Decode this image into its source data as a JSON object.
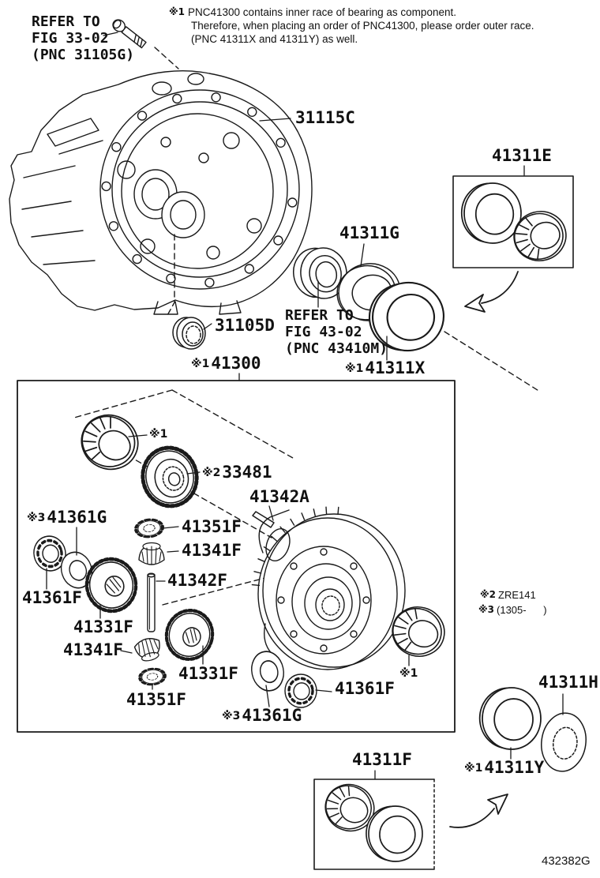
{
  "top_note": {
    "star": "※1",
    "lines": [
      "PNC41300 contains inner race of bearing as component.",
      "Therefore, when placing an order of PNC41300, please order outer race.",
      "(PNC 41311X and 41311Y) as well."
    ]
  },
  "ref_blocks": {
    "fig33": "REFER TO\nFIG 33-02\n(PNC 31105G)",
    "fig43": "REFER TO\nFIG 43-02\n(PNC 43410M)"
  },
  "variant_notes": {
    "n1_star": "※2",
    "n1_text": "ZRE141",
    "n2_star": "※3",
    "n2_text": "(1305-      )"
  },
  "diagram_code": "432382G",
  "parts": {
    "l31115C": {
      "m": "",
      "n": "31115C"
    },
    "l41311E": {
      "m": "",
      "n": "41311E"
    },
    "l41311G": {
      "m": "",
      "n": "41311G"
    },
    "l31105D": {
      "m": "",
      "n": "31105D"
    },
    "l41300": {
      "m": "※1",
      "n": "41300"
    },
    "l41311X": {
      "m": "※1",
      "n": "41311X"
    },
    "lstar1a": {
      "m": "※1",
      "n": ""
    },
    "l33481": {
      "m": "※2",
      "n": "33481"
    },
    "l41342A": {
      "m": "",
      "n": "41342A"
    },
    "l41361Ga": {
      "m": "※3",
      "n": "41361G"
    },
    "l41351Fa": {
      "m": "",
      "n": "41351F"
    },
    "l41341Fa": {
      "m": "",
      "n": "41341F"
    },
    "l41361Fa": {
      "m": "",
      "n": "41361F"
    },
    "l41342F": {
      "m": "",
      "n": "41342F"
    },
    "l41331Fa": {
      "m": "",
      "n": "41331F"
    },
    "l41341Fb": {
      "m": "",
      "n": "41341F"
    },
    "l41331Fb": {
      "m": "",
      "n": "41331F"
    },
    "l41351Fb": {
      "m": "",
      "n": "41351F"
    },
    "l41361Gb": {
      "m": "※3",
      "n": "41361G"
    },
    "l41361Fb": {
      "m": "",
      "n": "41361F"
    },
    "lstar1b": {
      "m": "※1",
      "n": ""
    },
    "l41311H": {
      "m": "",
      "n": "41311H"
    },
    "l41311Y": {
      "m": "※1",
      "n": "41311Y"
    },
    "l41311F": {
      "m": "",
      "n": "41311F"
    }
  }
}
